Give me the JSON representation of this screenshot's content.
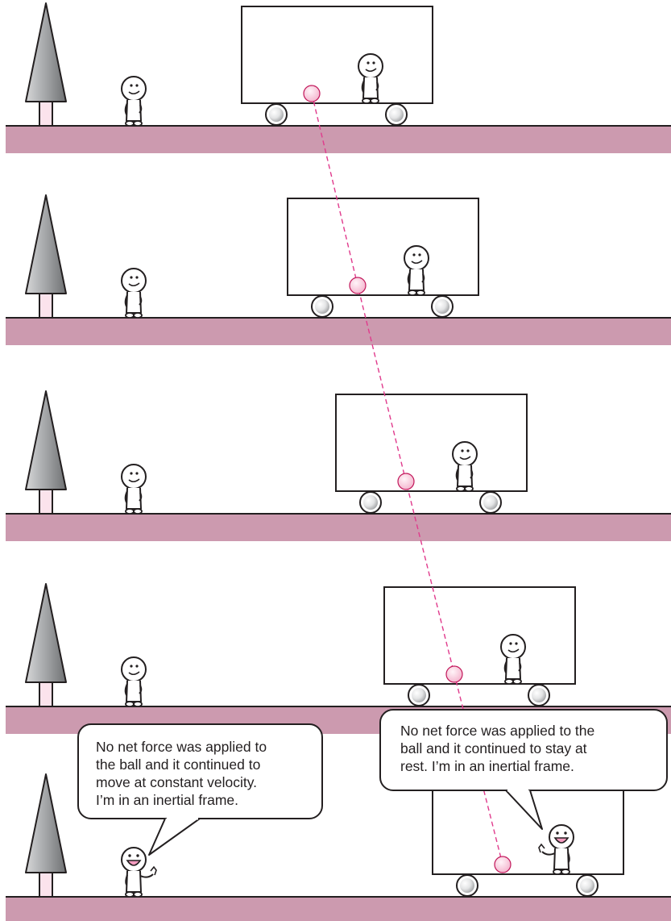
{
  "bubbles": [
    {
      "speaker": "ground-observer",
      "lines": [
        "No net force was applied to",
        "the ball and it continued to",
        "move at constant velocity.",
        "I’m in an inertial frame."
      ]
    },
    {
      "speaker": "cart-observer",
      "lines": [
        "No net force was applied to the",
        "ball and it continued to stay at",
        "rest. I’m in an inertial frame."
      ]
    }
  ],
  "colors": {
    "ground": "#cc9aaf",
    "ball": "#f7c6d8",
    "trajectory": "#e03a8c",
    "tree": "#a8a9ab",
    "trunk": "#fbe3ec",
    "wheel": "#d3d4d5",
    "outline": "#231f20"
  },
  "icons": [
    "tree-icon",
    "person-icon",
    "cart-icon",
    "wheel-icon",
    "ball-icon",
    "speech-bubble-icon"
  ]
}
